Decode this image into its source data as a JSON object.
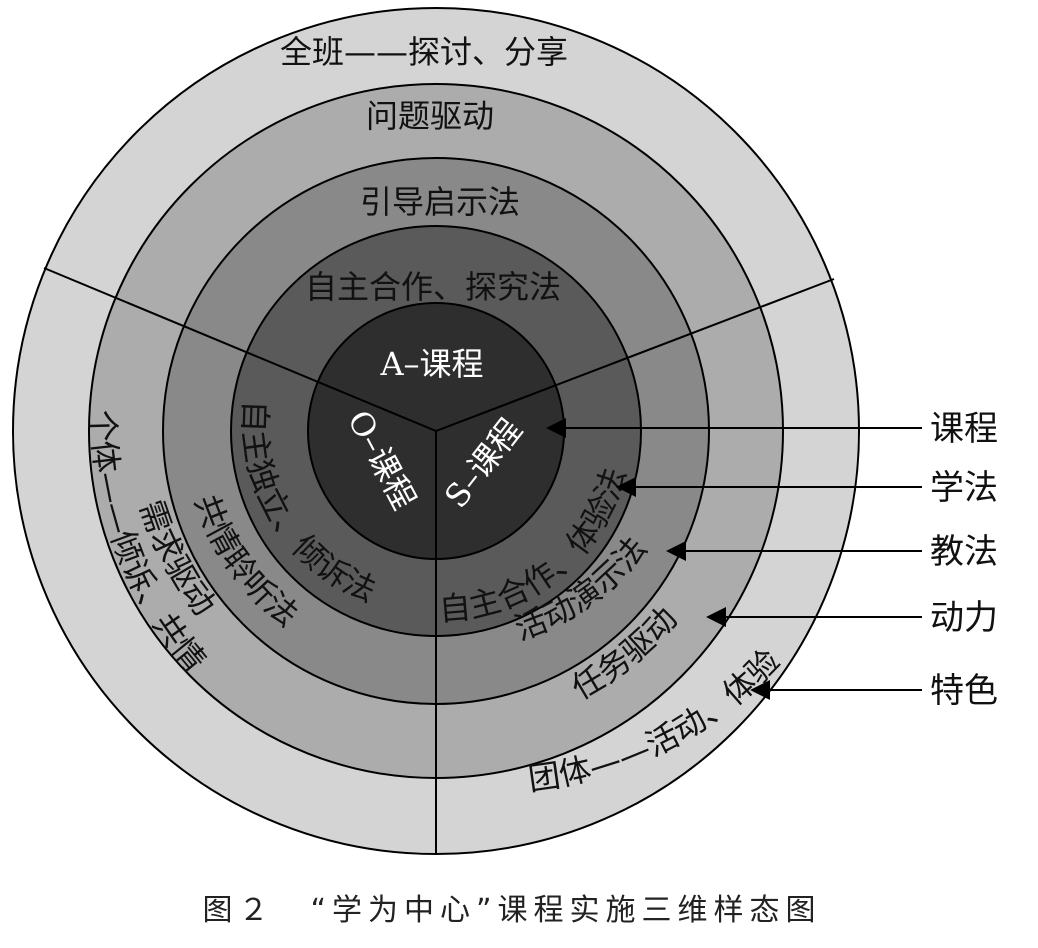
{
  "diagram": {
    "rings": {
      "outer_top": "全班——探讨、分享",
      "outer_left": "个体——倾诉、共情",
      "outer_right": "团体——活动、体验",
      "dynamic_top": "问题驱动",
      "dynamic_left": "需求驱动",
      "dynamic_right": "任务驱动",
      "teaching_top": "引导启示法",
      "teaching_left": "共情聆听法",
      "teaching_right": "活动演示法",
      "learning_top": "自主合作、探究法",
      "learning_left": "自主独立、倾诉法",
      "learning_right": "自主合作、体验法",
      "core_a": "A–课程",
      "core_o": "O–课程",
      "core_s": "S–课程"
    },
    "legend": [
      "课程",
      "学法",
      "教法",
      "动力",
      "特色"
    ],
    "colors": {
      "ring_outer": "#d4d4d4",
      "ring_dynamic": "#acacac",
      "ring_teaching": "#898989",
      "ring_learning": "#5a5a5a",
      "ring_core": "#2e2e2e"
    }
  },
  "caption": "图２　“学为中心”课程实施三维样态图"
}
